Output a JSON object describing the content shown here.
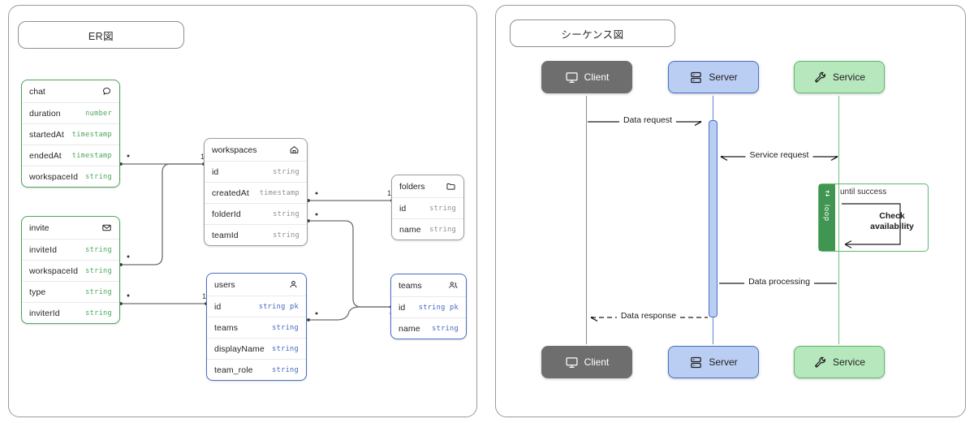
{
  "er_panel": {
    "title": "ER図",
    "tables": [
      {
        "name": "chat",
        "icon": "chat-bubble-icon",
        "theme": "green",
        "fields": [
          {
            "name": "duration",
            "type": "number"
          },
          {
            "name": "startedAt",
            "type": "timestamp"
          },
          {
            "name": "endedAt",
            "type": "timestamp"
          },
          {
            "name": "workspaceId",
            "type": "string"
          }
        ]
      },
      {
        "name": "invite",
        "icon": "envelope-icon",
        "theme": "green",
        "fields": [
          {
            "name": "inviteId",
            "type": "string"
          },
          {
            "name": "workspaceId",
            "type": "string"
          },
          {
            "name": "type",
            "type": "string"
          },
          {
            "name": "inviterId",
            "type": "string"
          }
        ]
      },
      {
        "name": "workspaces",
        "icon": "home-icon",
        "theme": "gray",
        "fields": [
          {
            "name": "id",
            "type": "string"
          },
          {
            "name": "createdAt",
            "type": "timestamp"
          },
          {
            "name": "folderId",
            "type": "string"
          },
          {
            "name": "teamId",
            "type": "string"
          }
        ]
      },
      {
        "name": "folders",
        "icon": "folder-icon",
        "theme": "gray",
        "fields": [
          {
            "name": "id",
            "type": "string"
          },
          {
            "name": "name",
            "type": "string"
          }
        ]
      },
      {
        "name": "users",
        "icon": "person-icon",
        "theme": "blue",
        "fields": [
          {
            "name": "id",
            "type": "string pk"
          },
          {
            "name": "teams",
            "type": "string"
          },
          {
            "name": "displayName",
            "type": "string"
          },
          {
            "name": "team_role",
            "type": "string"
          }
        ]
      },
      {
        "name": "teams",
        "icon": "people-group-icon",
        "theme": "blue",
        "fields": [
          {
            "name": "id",
            "type": "string pk"
          },
          {
            "name": "name",
            "type": "string"
          }
        ]
      }
    ],
    "cardinalities": [
      "1",
      "1",
      "1",
      "1",
      "1"
    ],
    "colors": {
      "green": "#4aa65c",
      "gray": "#9d9d9d",
      "blue": "#4a6fc4",
      "connector": "#6e6e6e"
    }
  },
  "seq_panel": {
    "title": "シーケンス図",
    "actors": [
      {
        "label": "Client",
        "icon": "monitor-icon",
        "theme": "client"
      },
      {
        "label": "Server",
        "icon": "server-stack-icon",
        "theme": "server"
      },
      {
        "label": "Service",
        "icon": "wrench-icon",
        "theme": "service"
      }
    ],
    "messages": [
      {
        "label": "Data request",
        "style": "solid",
        "arrow": "right"
      },
      {
        "label": "Service request",
        "style": "solid",
        "arrow": "both"
      },
      {
        "label": "Data processing",
        "style": "solid",
        "arrow": "none"
      },
      {
        "label": "Data response",
        "style": "dashed",
        "arrow": "left"
      }
    ],
    "loop": {
      "keyword": "loop",
      "icon": "loop-arrows-icon",
      "condition": "until success",
      "self_message": "Check availability"
    },
    "colors": {
      "client": "#6e6e6e",
      "server_fill": "#bacdf2",
      "server_stroke": "#4a6fc4",
      "service_fill": "#b7e8bd",
      "service_stroke": "#5cb96c",
      "client_lifeline": "#8a8a8a"
    }
  }
}
